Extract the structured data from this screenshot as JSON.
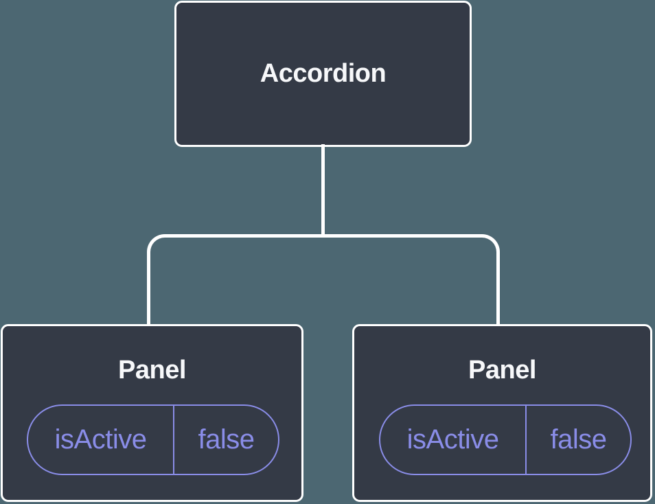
{
  "diagram": {
    "description": "component-tree-diagram",
    "root": {
      "label": "Accordion"
    },
    "children": [
      {
        "label": "Panel",
        "state": {
          "key": "isActive",
          "value": "false"
        }
      },
      {
        "label": "Panel",
        "state": {
          "key": "isActive",
          "value": "false"
        }
      }
    ]
  },
  "colors": {
    "canvas_bg": "#4C6772",
    "node_fill": "#343A46",
    "node_border": "#FFFFFF",
    "connector": "#FFFFFF",
    "title_text": "#F7F8FA",
    "state_accent": "#8A8DE8"
  }
}
